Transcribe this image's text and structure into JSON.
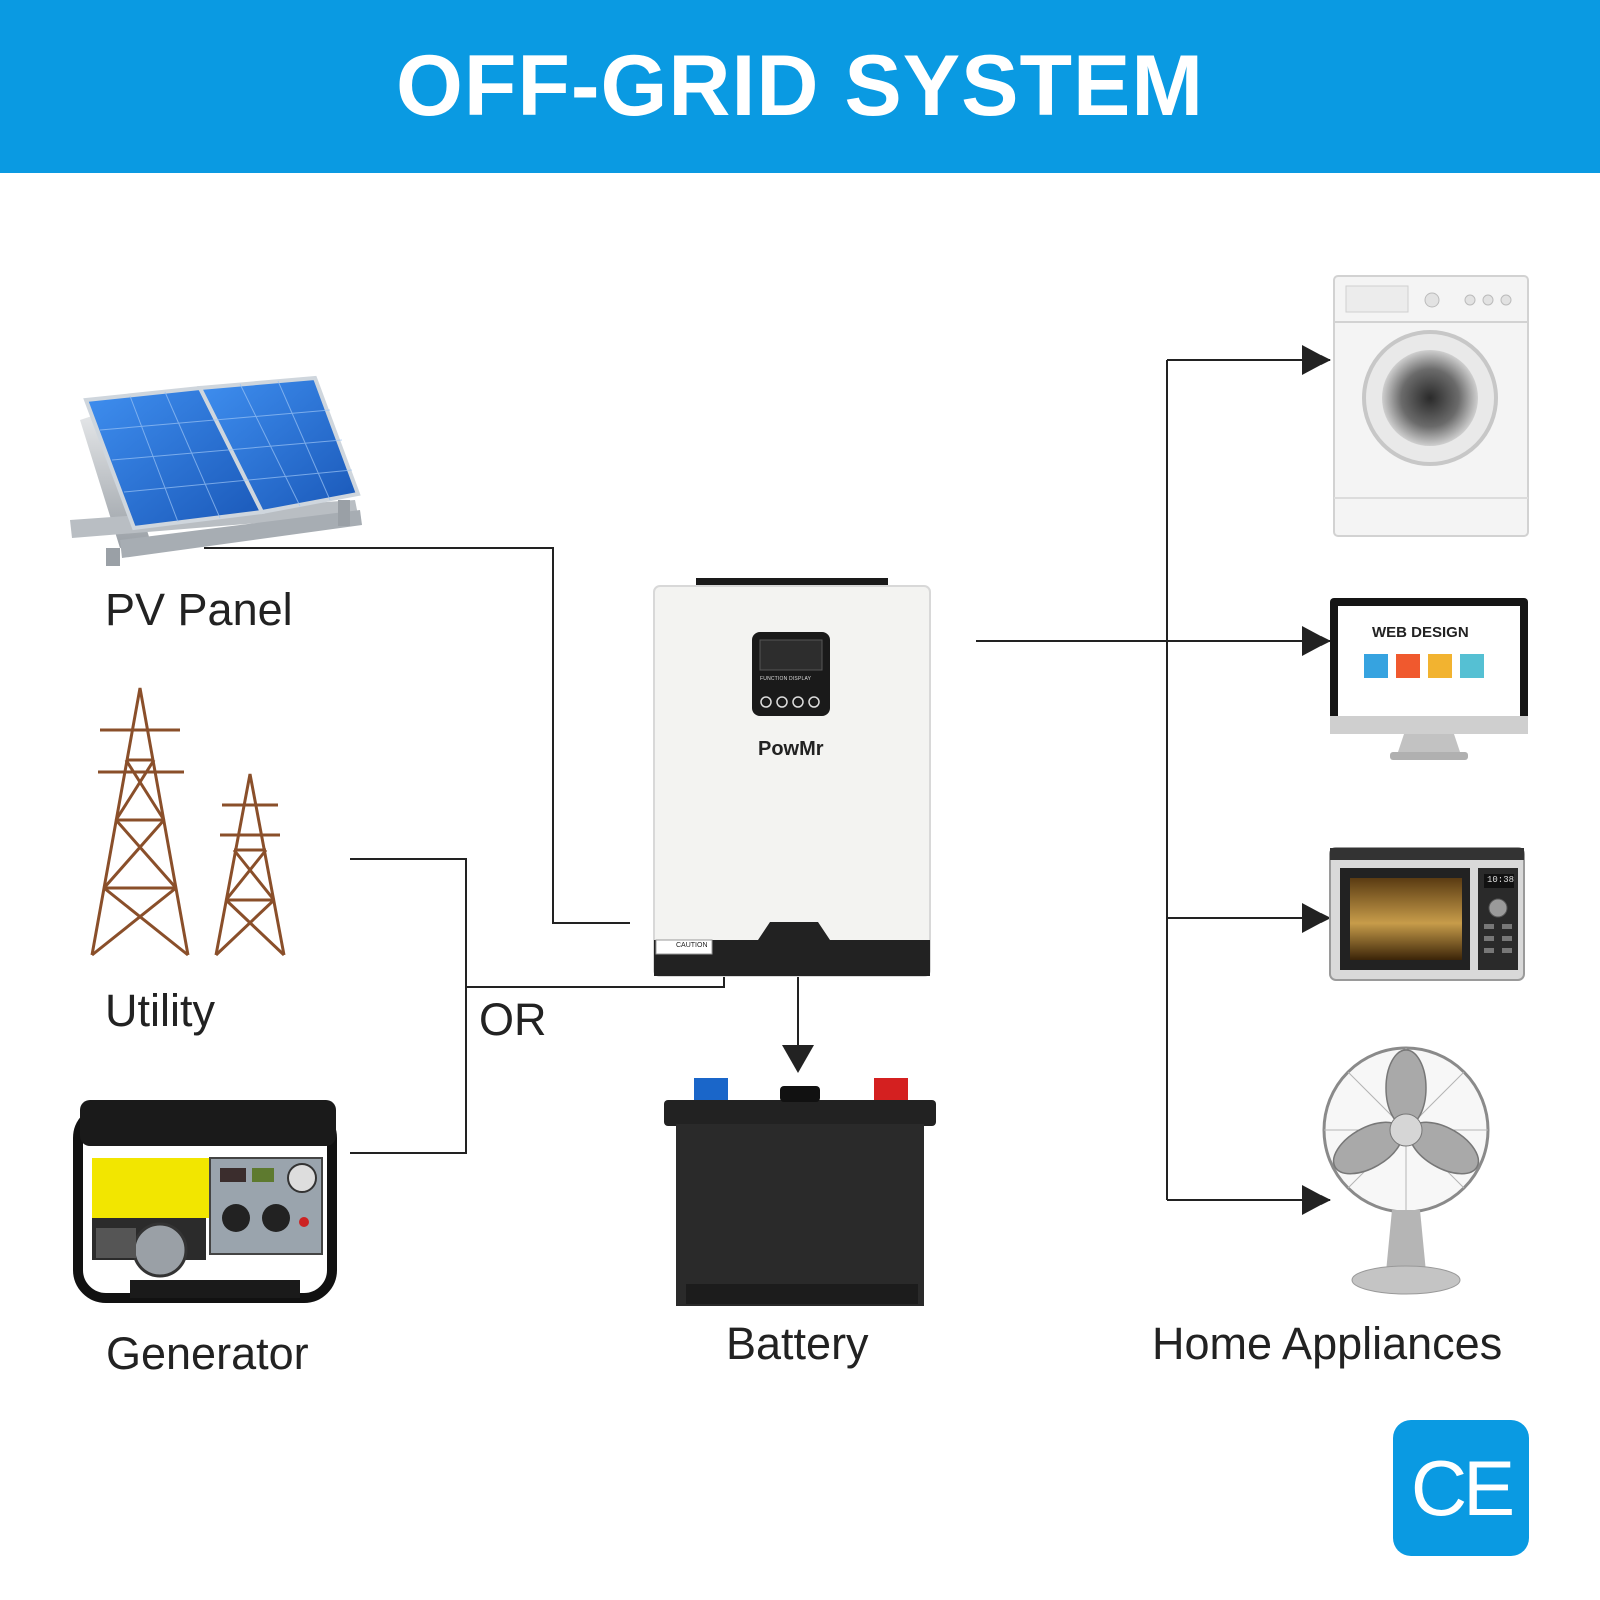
{
  "title": "OFF-GRID SYSTEM",
  "labels": {
    "pv_panel": "PV Panel",
    "utility": "Utility",
    "generator": "Generator",
    "or": "OR",
    "battery": "Battery",
    "home_appliances": "Home Appliances"
  },
  "inverter": {
    "brand": "PowMr",
    "display_caption": "FUNCTION DISPLAY",
    "caution": "CAUTION"
  },
  "monitor": {
    "heading": "WEB DESIGN"
  },
  "microwave": {
    "clock": "10:38"
  },
  "certification": "CE",
  "colors": {
    "header_blue": "#0a9ae2",
    "line": "#222222",
    "solar_blue": "#1f6fd6",
    "generator_yellow": "#f2e600"
  }
}
